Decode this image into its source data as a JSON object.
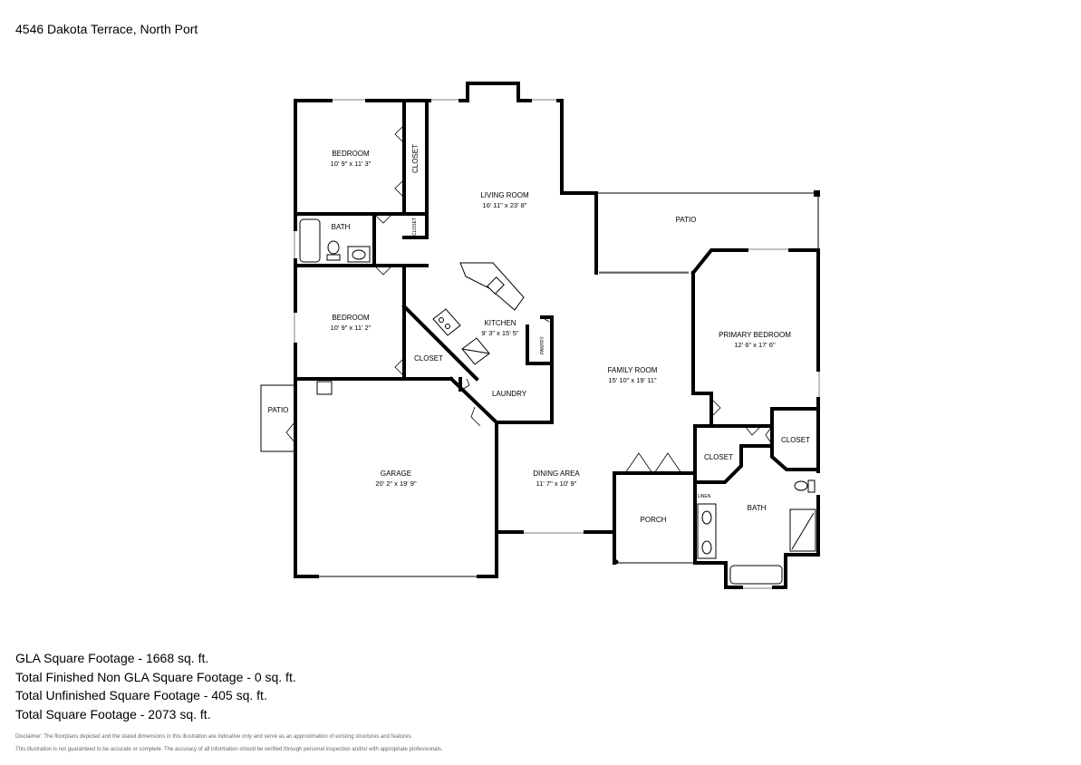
{
  "title": "4546 Dakota Terrace, North Port",
  "rooms": {
    "bedroom1": {
      "name": "BEDROOM",
      "dims": "10' 9\" x 11' 3\""
    },
    "closet_top": {
      "name": "CLOSET"
    },
    "closet_small": {
      "name": "CLOSET"
    },
    "bath1": {
      "name": "BATH"
    },
    "living_room": {
      "name": "LIVING ROOM",
      "dims": "16' 11\" x 23' 8\""
    },
    "patio_main": {
      "name": "PATIO"
    },
    "bedroom2": {
      "name": "BEDROOM",
      "dims": "10' 9\" x 11' 2\""
    },
    "closet_mid": {
      "name": "CLOSET"
    },
    "kitchen": {
      "name": "KITCHEN",
      "dims": "9' 3\" x 15' 5\""
    },
    "pantry": {
      "name": "PANTRY"
    },
    "laundry": {
      "name": "LAUNDRY"
    },
    "family_room": {
      "name": "FAMILY ROOM",
      "dims": "15' 10\" x 19' 11\""
    },
    "primary_bedroom": {
      "name": "PRIMARY BEDROOM",
      "dims": "12' 6\" x 17' 6\""
    },
    "closet_primary1": {
      "name": "CLOSET"
    },
    "closet_primary2": {
      "name": "CLOSET"
    },
    "linen": {
      "name": "LINEN"
    },
    "bath2": {
      "name": "BATH"
    },
    "patio_side": {
      "name": "PATIO"
    },
    "garage": {
      "name": "GARAGE",
      "dims": "20' 2\" x 19' 9\""
    },
    "dining_area": {
      "name": "DINING AREA",
      "dims": "11' 7\" x 10' 9\""
    },
    "porch": {
      "name": "PORCH"
    }
  },
  "stats": [
    "GLA Square Footage - 1668 sq. ft.",
    "Total Finished Non GLA Square Footage - 0 sq. ft.",
    "Total Unfinished Square Footage - 405 sq. ft.",
    "Total Square Footage - 2073 sq. ft."
  ],
  "disclaimer": [
    "Disclaimer: The floorplans depicted and the stated dimensions in this illustration are indicative only and serve as an approximation of existing structures and features.",
    "This illustration is not guaranteed to be accurate or complete. The accuracy of all information should be verified through personal inspection and/or with appropriate professionals."
  ]
}
